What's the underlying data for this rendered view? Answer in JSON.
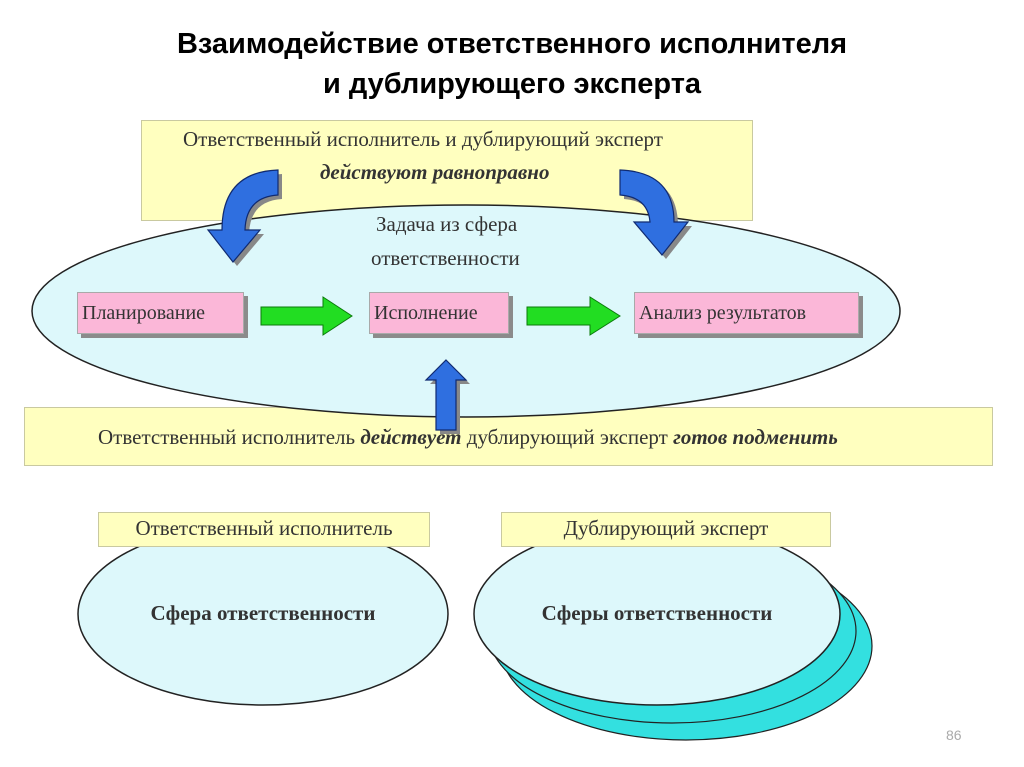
{
  "title_line1": "Взаимодействие ответственного исполнителя",
  "title_line2": "и дублирующего эксперта",
  "top_box": {
    "line1": "Ответственный исполнитель и дублирующий эксперт",
    "line2": "действуют равноправно"
  },
  "task": {
    "line1": "Задача из сфера",
    "line2": "ответственности"
  },
  "steps": [
    "Планирование",
    "Исполнение",
    "Анализ результатов"
  ],
  "bottom_box": {
    "part1": "Ответственный исполнитель ",
    "part2": "действует",
    "part3": " дублирующий эксперт ",
    "part4": "готов подменить"
  },
  "left_label": "Ответственный исполнитель",
  "right_label": "Дублирующий эксперт",
  "left_ellipse": "Сфера ответственности",
  "right_ellipse": "Сферы ответственности",
  "page_number": "86",
  "colors": {
    "ellipse_fill": "#ddf8fb",
    "stack_fill": "#33e0e0",
    "arrow_blue": "#2f6fe0",
    "arrow_green": "#22dd22",
    "yellow": "#ffffbf",
    "pink": "#fbb7d8"
  }
}
